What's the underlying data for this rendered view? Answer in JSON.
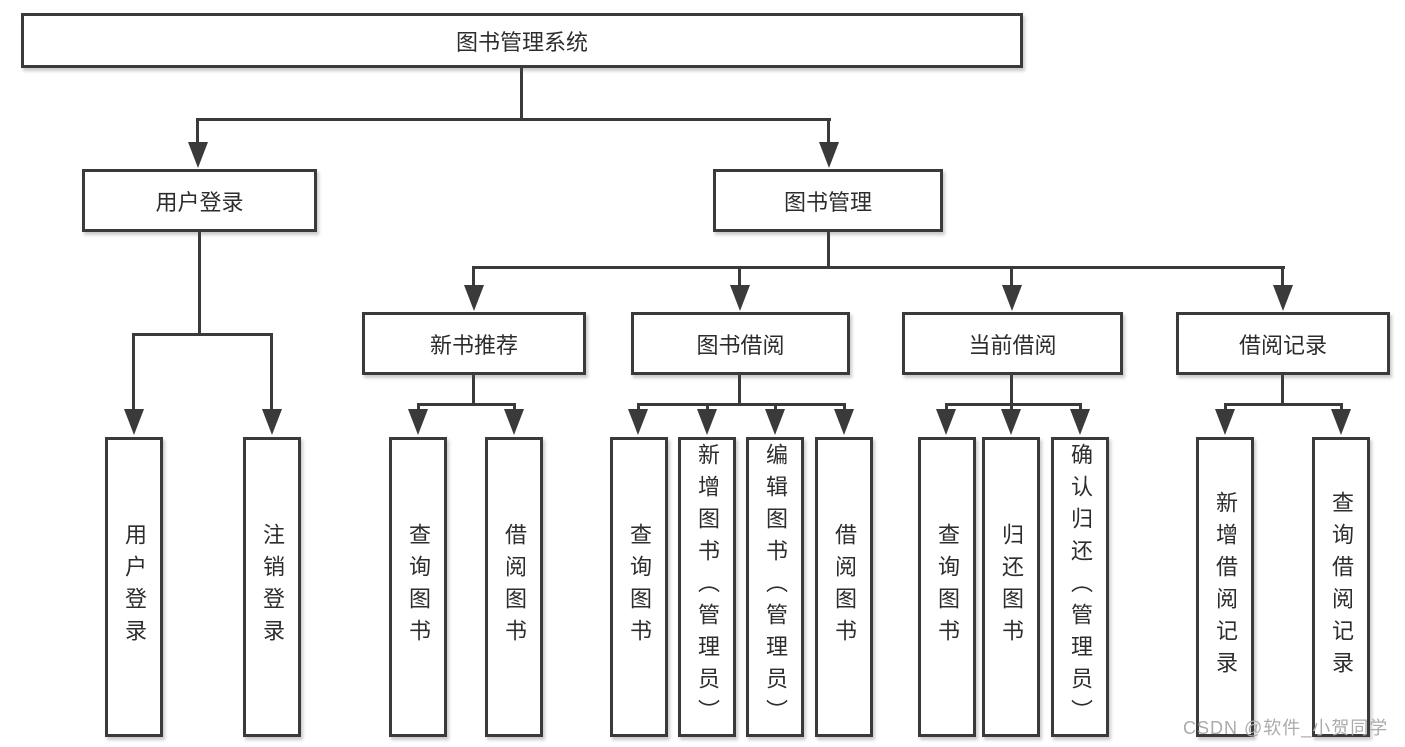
{
  "diagram": {
    "root": {
      "label": "图书管理系统"
    },
    "branches": {
      "user_login": {
        "label": "用户登录",
        "children": [
          "用户登录",
          "注销登录"
        ]
      },
      "book_management": {
        "label": "图书管理",
        "children": {
          "new_book_recommend": {
            "label": "新书推荐",
            "children": [
              "查询图书",
              "借阅图书"
            ]
          },
          "book_borrow": {
            "label": "图书借阅",
            "children": [
              "查询图书",
              "新增图书（管理员）",
              "编辑图书（管理员）",
              "借阅图书"
            ]
          },
          "current_borrow": {
            "label": "当前借阅",
            "children": [
              "查询图书",
              "归还图书",
              "确认归还（管理员）"
            ]
          },
          "borrow_records": {
            "label": "借阅记录",
            "children": [
              "新增借阅记录",
              "查询借阅记录"
            ]
          }
        }
      }
    }
  },
  "watermark": {
    "text": "CSDN @软件_小贺同学"
  },
  "colors": {
    "line": "#3a3a3a",
    "text": "#2d2d2d",
    "box_background": "#ffffff",
    "page_background": "#ffffff",
    "watermark": "#ababab"
  }
}
